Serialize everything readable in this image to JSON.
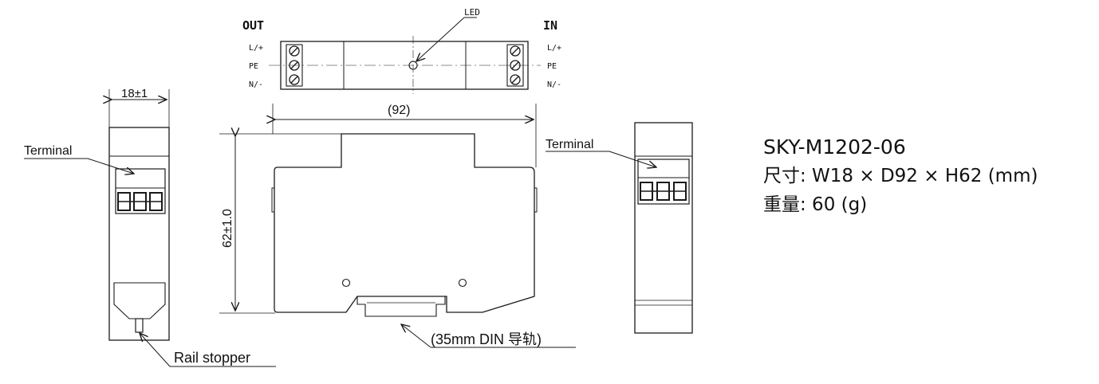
{
  "top_view": {
    "out_label": "OUT",
    "in_label": "IN",
    "led_label": "LED",
    "terminal_labels_left": [
      "L/+",
      "PE",
      "N/-"
    ],
    "terminal_labels_right": [
      "L/+",
      "PE",
      "N/-"
    ]
  },
  "side_view": {
    "width_label": "18±1",
    "terminal_label": "Terminal",
    "rail_stopper_label": "Rail stopper"
  },
  "front_view": {
    "depth_label": "(92)",
    "height_label": "62±1.0",
    "din_label": "(35mm DIN 导轨)"
  },
  "right_view": {
    "terminal_label": "Terminal"
  },
  "spec": {
    "model": "SKY-M1202-06",
    "size": "尺寸: W18 × D92 × H62 (mm)",
    "weight": "重量: 60 (g)"
  }
}
